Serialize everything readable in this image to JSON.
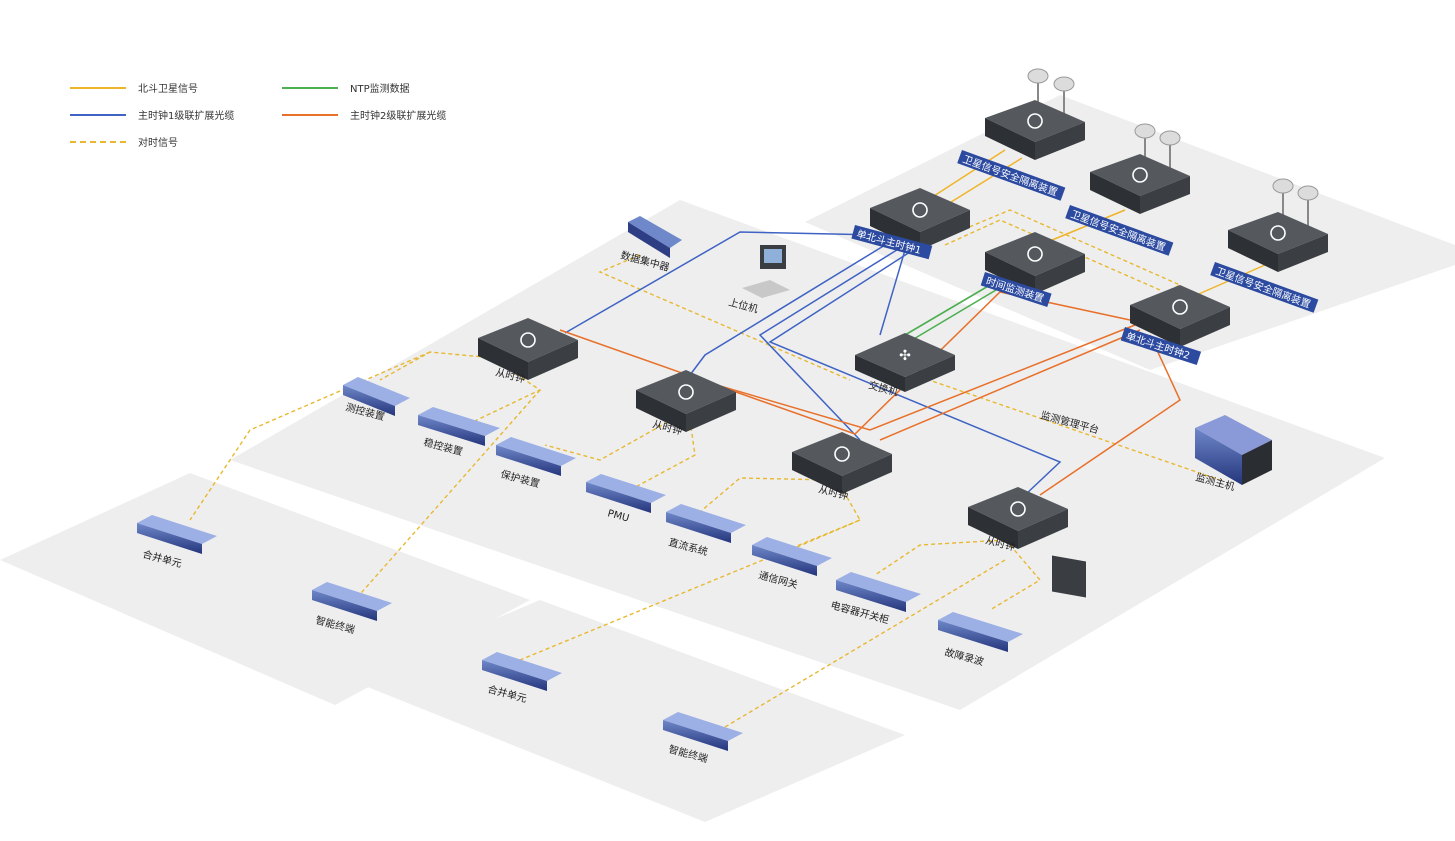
{
  "legend": {
    "beidou_signal": "北斗卫星信号",
    "ntp_data": "NTP监测数据",
    "level1_fiber": "主时钟1级联扩展光缆",
    "level2_fiber": "主时钟2级联扩展光缆",
    "timing_signal": "对时信号"
  },
  "colors": {
    "beidou": "#f0b429",
    "ntp": "#4caf50",
    "level1": "#3f63c4",
    "level2": "#e8702a",
    "timing": "#e8b830",
    "platform": "#eeeeee"
  },
  "labels": {
    "isolation1": "卫星信号安全隔离装置",
    "isolation2": "卫星信号安全隔离装置",
    "isolation3": "卫星信号安全隔离装置",
    "master1": "单北斗主时钟1",
    "master2": "单北斗主时钟2",
    "time_monitor": "时间监测装置",
    "data_concentrator": "数据集中器",
    "host_pc": "上位机",
    "switch": "交换机",
    "monitor_platform": "监测管理平台",
    "monitor_host": "监测主机",
    "slave1": "从时钟",
    "slave2": "从时钟",
    "slave3": "从时钟",
    "slave4": "从时钟",
    "measure_ctrl": "测控装置",
    "stability_ctrl": "稳控装置",
    "protection": "保护装置",
    "pmu": "PMU",
    "dc_system": "直流系统",
    "comm_gateway": "通信网关",
    "capacitor_cabinet": "电容器开关柜",
    "fault_recorder": "故障录波",
    "merge_unit1": "合并单元",
    "smart_terminal1": "智能终端",
    "merge_unit2": "合并单元",
    "smart_terminal2": "智能终端"
  }
}
